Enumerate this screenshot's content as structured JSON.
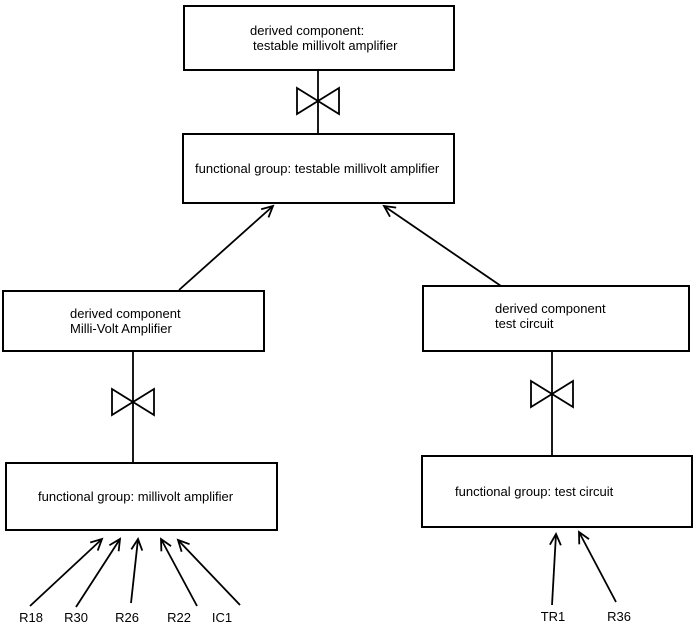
{
  "nodes": {
    "top_derived": {
      "line1": "derived component:",
      "line2": "testable millivolt amplifier"
    },
    "middle_functional": {
      "label": "functional group: testable millivolt amplifier"
    },
    "left_derived": {
      "line1": "derived component",
      "line2": "Milli-Volt Amplifier"
    },
    "right_derived": {
      "line1": "derived component",
      "line2": "test circuit"
    },
    "left_functional": {
      "label": "functional group: millivolt amplifier"
    },
    "right_functional": {
      "label": "functional group: test circuit"
    }
  },
  "components_left": [
    "R18",
    "R30",
    "R26",
    "R22",
    "IC1"
  ],
  "components_right": [
    "TR1",
    "R36"
  ],
  "colors": {
    "background": "#ffffff",
    "line": "#000000",
    "text": "#000000"
  }
}
